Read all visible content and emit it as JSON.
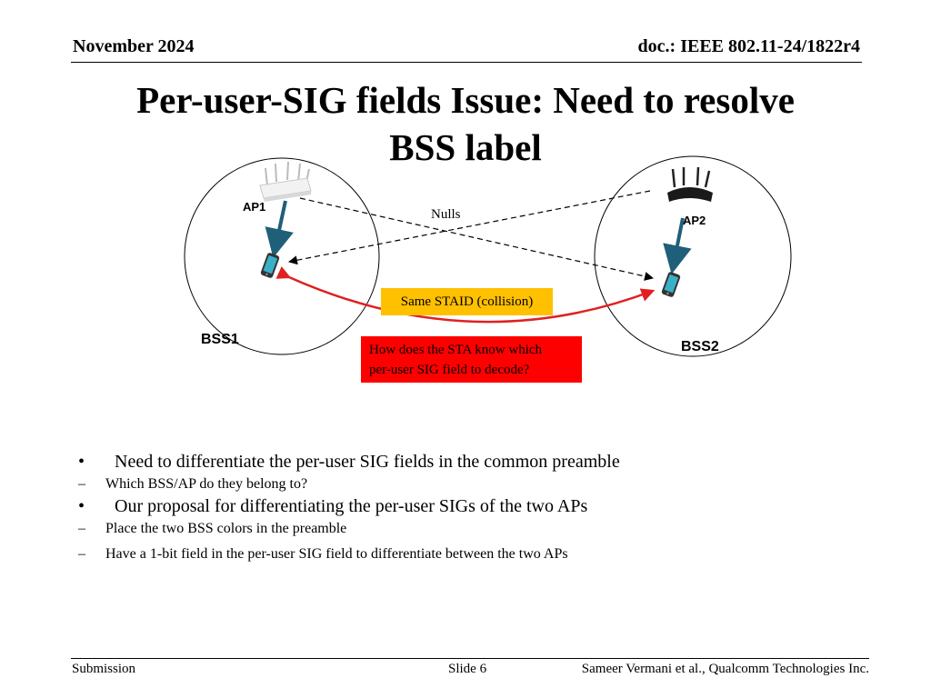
{
  "header": {
    "date": "November 2024",
    "doc": "doc.: IEEE 802.11-24/1822r4"
  },
  "title": {
    "line1": "Per-user-SIG fields Issue: Need to resolve",
    "line2": "BSS label"
  },
  "diagram": {
    "ap1_label": "AP1",
    "ap2_label": "AP2",
    "nulls_label": "Nulls",
    "bss1_label": "BSS1",
    "bss2_label": "BSS2",
    "collision_box": "Same STAID (collision)",
    "question_box_line1": "How does the STA know which",
    "question_box_line2": "per-user SIG field to decode?",
    "colors": {
      "link_arrow": "#1f5f79",
      "collision_arrow": "#e02020",
      "collision_box": "#ffc000",
      "question_box": "#ff0000"
    },
    "icons": [
      "router-icon",
      "router-icon",
      "phone-icon",
      "phone-icon"
    ]
  },
  "bullets": [
    {
      "text": "Need to differentiate the per-user SIG fields in the common preamble",
      "sub": [
        "Which BSS/AP do they belong to?"
      ]
    },
    {
      "text": "Our proposal for differentiating the per-user SIGs of the two APs",
      "sub": [
        "Place the two BSS colors in the preamble",
        "Have a 1-bit field in the per-user SIG field to differentiate between the two APs"
      ]
    }
  ],
  "bullet_mark": "•",
  "sub_mark": "–",
  "footer": {
    "left": "Submission",
    "center": "Slide 6",
    "right": "Sameer Vermani et al., Qualcomm Technologies Inc."
  }
}
